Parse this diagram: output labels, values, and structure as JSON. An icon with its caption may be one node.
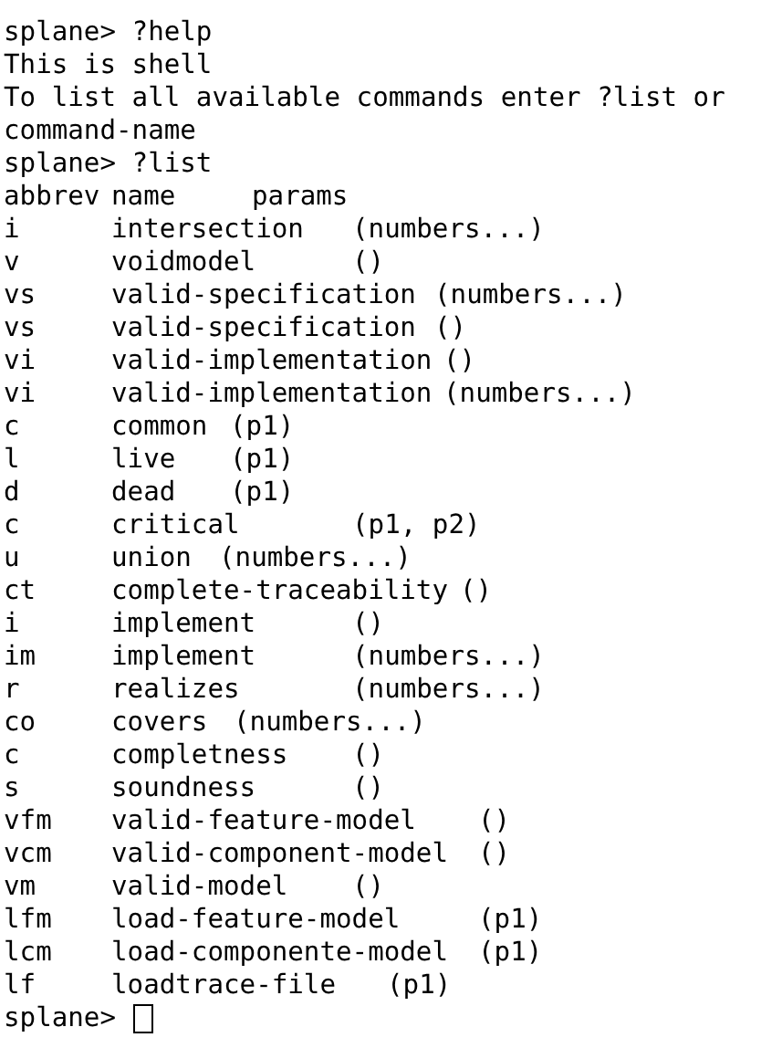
{
  "diagram": {
    "labels": [
      "splane> ?help",
      "This is shell",
      "To list all available commands enter ?list or",
      "command-name",
      "splane> ?list",
      "abbrev",
      "name",
      "params",
      "i",
      "intersection",
      "(numbers...)",
      "v",
      "voidmodel",
      "()",
      "vs",
      "valid-specification",
      "(numbers...)",
      "vs",
      "valid-specification",
      "()",
      "vi",
      "valid-implementation",
      "()",
      "vi",
      "valid-implementation",
      "(numbers...)",
      "c",
      "common",
      "(p1)",
      "l",
      "live",
      "(p1)",
      "d",
      "dead",
      "(p1)",
      "c",
      "critical",
      "(p1, p2)",
      "u",
      "union",
      "(numbers...)",
      "ct",
      "complete-traceability",
      "()",
      "i",
      "implement",
      "()",
      "im",
      "implement",
      "(numbers...)",
      "r",
      "realizes",
      "(numbers...)",
      "co",
      "covers",
      "(numbers...)",
      "c",
      "completness",
      "()",
      "s",
      "soundness",
      "()",
      "vfm",
      "valid-feature-model",
      "()",
      "vcm",
      "valid-component-model",
      "()",
      "vm",
      "valid-model",
      "()",
      "lfm",
      "load-feature-model",
      "(p1)",
      "lcm",
      "load-componente-model",
      "(p1)",
      "lf",
      "loadtrace-file",
      "(p1)",
      "splane>"
    ]
  }
}
